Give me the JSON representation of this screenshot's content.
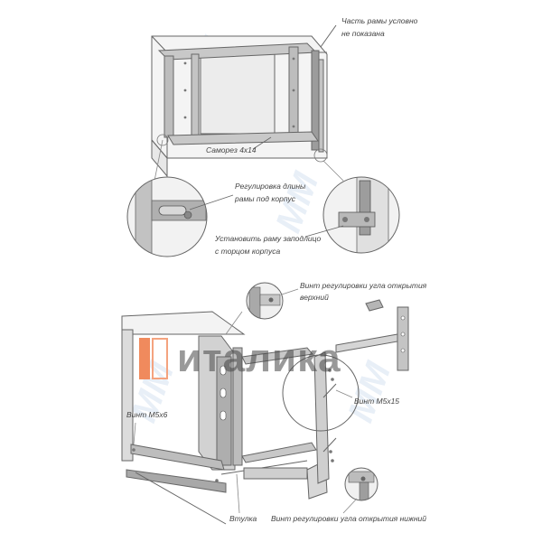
{
  "labels": {
    "frame_hidden_1": "Часть рамы условно",
    "frame_hidden_2": "не показана",
    "screw_top": "Саморез 4х14",
    "length_adj_1": "Регулировка длины",
    "length_adj_2": "рамы под корпус",
    "install_flush_1": "Установить раму заподлицо",
    "install_flush_2": "с торцом корпуса",
    "angle_upper_1": "Винт регулировки угла открытия",
    "angle_upper_2": "верхний",
    "screw_m5x15": "Винт М5х15",
    "screw_m5x6": "Винт М5х6",
    "insert": "Втулка",
    "angle_lower": "Винт регулировки угла открытия нижний"
  },
  "logo": {
    "text": "италика",
    "mark_color": "#f08a5d"
  },
  "colors": {
    "line": "#555555",
    "fill": "#cfcfcf",
    "dark": "#8a8a8a",
    "watermark": "#dbe6f2"
  }
}
